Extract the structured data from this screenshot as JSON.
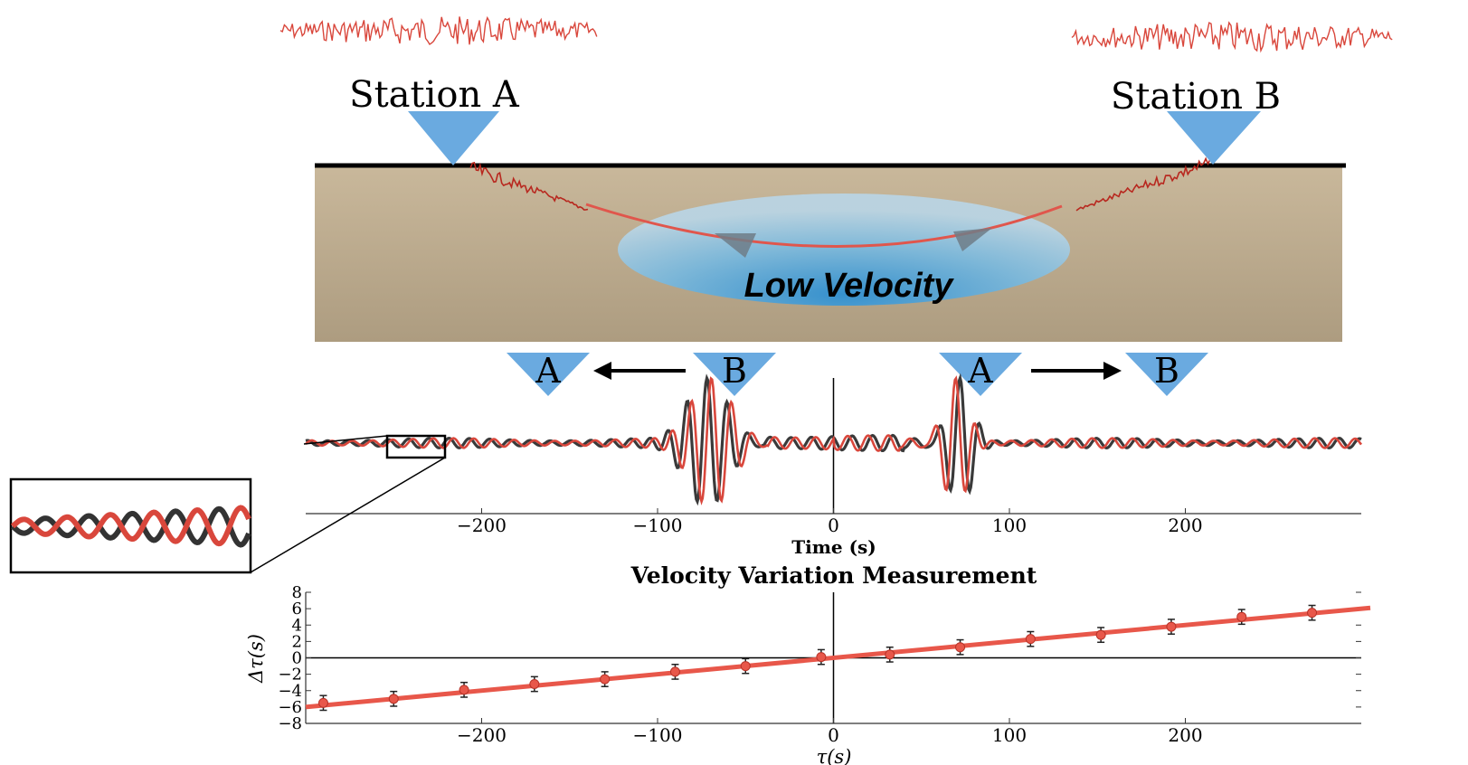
{
  "stations": {
    "a_label": "Station A",
    "b_label": "Station B"
  },
  "medium": {
    "anomaly_label": "Low Velocity"
  },
  "direction_markers": {
    "negative": {
      "from": "B",
      "to": "A"
    },
    "positive": {
      "from": "A",
      "to": "B"
    }
  },
  "colors": {
    "station_triangle": "#5b9fd8",
    "trace_red": "#d9473c",
    "trace_black": "#3a3a3a",
    "ground": "#b8a88c",
    "anomaly": "#4f9fce",
    "fit_line": "#e8574a"
  },
  "chart_data": [
    {
      "type": "line",
      "title": "",
      "xlabel": "Time (s)",
      "ylabel": "",
      "xlim": [
        -300,
        300
      ],
      "xticks": [
        -200,
        -100,
        0,
        100,
        200
      ],
      "xtick_labels": [
        "−200",
        "−100",
        "0",
        "100",
        "200"
      ],
      "series": [
        {
          "color": "#3a3a3a"
        },
        {
          "color": "#d9473c"
        }
      ]
    },
    {
      "type": "scatter",
      "title": "Velocity Variation Measurement",
      "xlabel": "τ(s)",
      "ylabel": "Δτ(s)",
      "xlim": [
        -300,
        300
      ],
      "ylim": [
        -8,
        8
      ],
      "xticks": [
        -200,
        -100,
        0,
        100,
        200
      ],
      "xtick_labels": [
        "−200",
        "−100",
        "0",
        "100",
        "200"
      ],
      "yticks": [
        8,
        6,
        4,
        2,
        0,
        -2,
        -4,
        -6,
        -8
      ],
      "ytick_labels": [
        "8",
        "6",
        "4",
        "2",
        "0",
        "−2",
        "−4",
        "−6",
        "−8"
      ],
      "points": [
        {
          "x": -290,
          "y": -5.5,
          "err": 0.9
        },
        {
          "x": -250,
          "y": -5.0,
          "err": 0.9
        },
        {
          "x": -210,
          "y": -3.9,
          "err": 0.9
        },
        {
          "x": -170,
          "y": -3.2,
          "err": 0.9
        },
        {
          "x": -130,
          "y": -2.6,
          "err": 0.9
        },
        {
          "x": -90,
          "y": -1.7,
          "err": 0.9
        },
        {
          "x": -50,
          "y": -1.0,
          "err": 0.9
        },
        {
          "x": -7,
          "y": 0.1,
          "err": 0.9
        },
        {
          "x": 32,
          "y": 0.4,
          "err": 0.9
        },
        {
          "x": 72,
          "y": 1.3,
          "err": 0.9
        },
        {
          "x": 112,
          "y": 2.3,
          "err": 0.9
        },
        {
          "x": 152,
          "y": 2.8,
          "err": 0.9
        },
        {
          "x": 192,
          "y": 3.8,
          "err": 0.9
        },
        {
          "x": 232,
          "y": 5.0,
          "err": 0.9
        },
        {
          "x": 272,
          "y": 5.5,
          "err": 0.9
        }
      ],
      "fit": {
        "slope": 0.02,
        "intercept": 0,
        "color": "#e8574a"
      }
    }
  ]
}
